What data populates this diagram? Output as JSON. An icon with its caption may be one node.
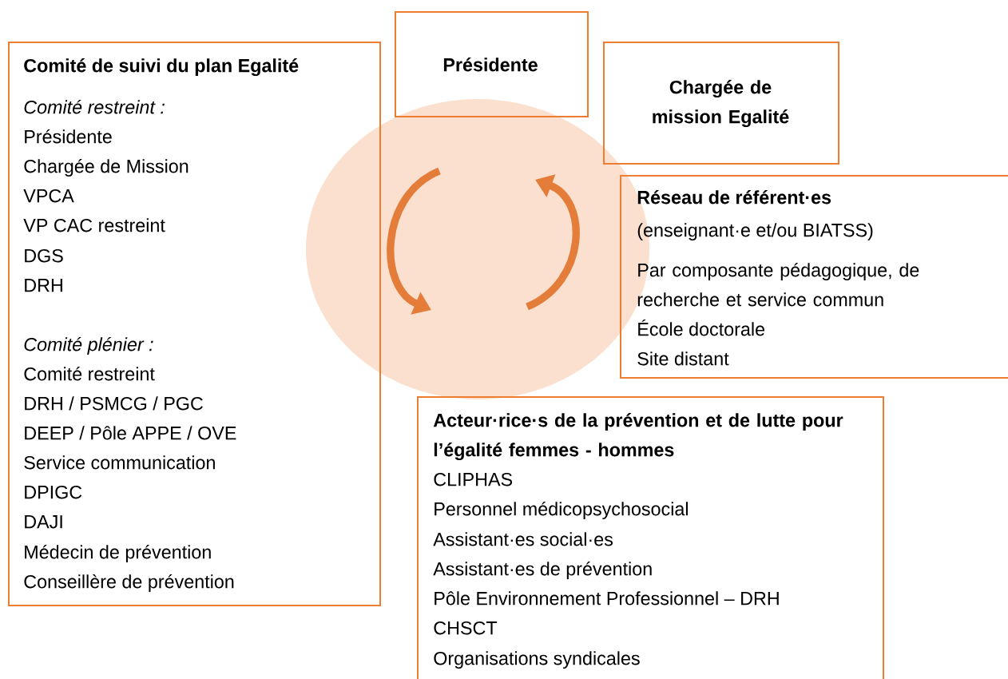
{
  "diagram": {
    "nodes": [
      {
        "text": [
          "Comité de suivi du plan Egalité",
          "Comité restreint :",
          "Présidente",
          "Chargée de Mission",
          "VPCA",
          "VP CAC restreint",
          "DGS",
          "DRH",
          "Comité plénier :",
          "Comité restreint",
          "DRH / PSMCG / PGC",
          "DEEP / Pôle APPE / OVE",
          "Service communication",
          "DPIGC",
          "DAJI",
          "Médecin de prévention",
          "Conseillère de prévention"
        ]
      },
      {
        "text": [
          "Présidente"
        ]
      },
      {
        "text": [
          "Chargée de mission Egalité"
        ]
      },
      {
        "text": [
          "Réseau de référent·es",
          "(enseignant·e et/ou BIATSS)",
          "Par composante pédagogique, de recherche et service commun",
          "École doctorale",
          "Site distant"
        ]
      },
      {
        "text": [
          "Acteur·rice·s de la prévention et de lutte pour l’égalité femmes - hommes",
          "CLIPHAS",
          "Personnel médicopsychosocial",
          "Assistant·es social·es",
          "Assistant·es de prévention",
          "Pôle Environnement Professionnel – DRH",
          "CHSCT",
          "Organisations syndicales"
        ]
      }
    ]
  }
}
